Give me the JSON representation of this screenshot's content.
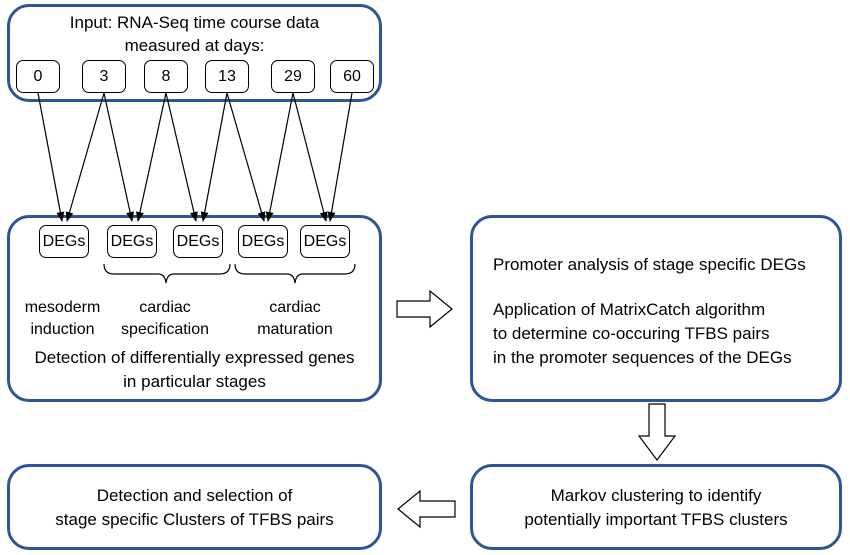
{
  "input": {
    "title_line1": "Input: RNA-Seq time course data",
    "title_line2": "measured at days:",
    "days": [
      "0",
      "3",
      "8",
      "13",
      "29",
      "60"
    ]
  },
  "detection": {
    "degs": [
      "DEGs",
      "DEGs",
      "DEGs",
      "DEGs",
      "DEGs"
    ],
    "stage1_line1": "mesoderm",
    "stage1_line2": "induction",
    "stage2_line1": "cardiac",
    "stage2_line2": "specification",
    "stage3_line1": "cardiac",
    "stage3_line2": "maturation",
    "caption_line1": "Detection of differentially expressed genes",
    "caption_line2": "in particular stages"
  },
  "promoter": {
    "line1": "Promoter analysis of stage specific DEGs",
    "line2": "Application of MatrixCatch algorithm",
    "line3": "to determine co-occuring TFBS pairs",
    "line4": "in the promoter sequences of the DEGs"
  },
  "markov": {
    "line1": "Markov clustering to identify",
    "line2": "potentially important TFBS clusters"
  },
  "selection": {
    "line1": "Detection and selection of",
    "line2": "stage specific Clusters of TFBS pairs"
  }
}
